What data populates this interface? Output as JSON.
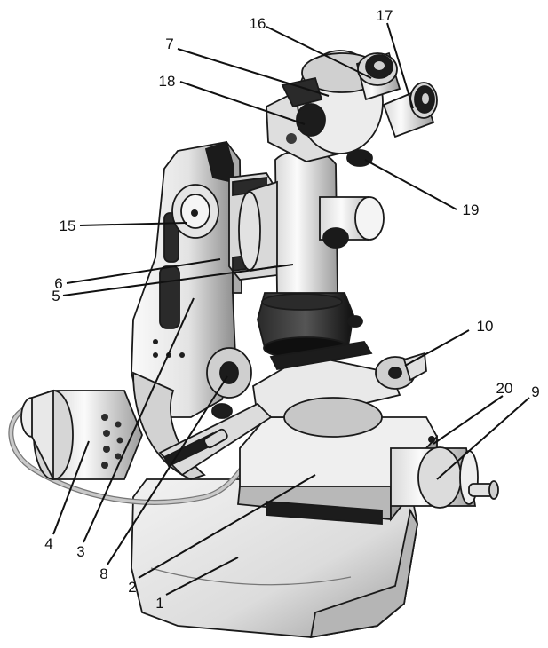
{
  "figure": {
    "callouts": [
      {
        "id": "1",
        "label": "1"
      },
      {
        "id": "2",
        "label": "2"
      },
      {
        "id": "3",
        "label": "3"
      },
      {
        "id": "4",
        "label": "4"
      },
      {
        "id": "5",
        "label": "5"
      },
      {
        "id": "6",
        "label": "6"
      },
      {
        "id": "7",
        "label": "7"
      },
      {
        "id": "8",
        "label": "8"
      },
      {
        "id": "9",
        "label": "9"
      },
      {
        "id": "10",
        "label": "10"
      },
      {
        "id": "15",
        "label": "15"
      },
      {
        "id": "16",
        "label": "16"
      },
      {
        "id": "17",
        "label": "17"
      },
      {
        "id": "18",
        "label": "18"
      },
      {
        "id": "19",
        "label": "19"
      },
      {
        "id": "20",
        "label": "20"
      }
    ],
    "colors": {
      "body_light": "#ededed",
      "body_mid": "#c9c9c9",
      "body_dark": "#5a5a5a",
      "black_parts": "#151515",
      "cable": "#b7b7b7",
      "leader": "#111111",
      "background": "#ffffff"
    }
  }
}
